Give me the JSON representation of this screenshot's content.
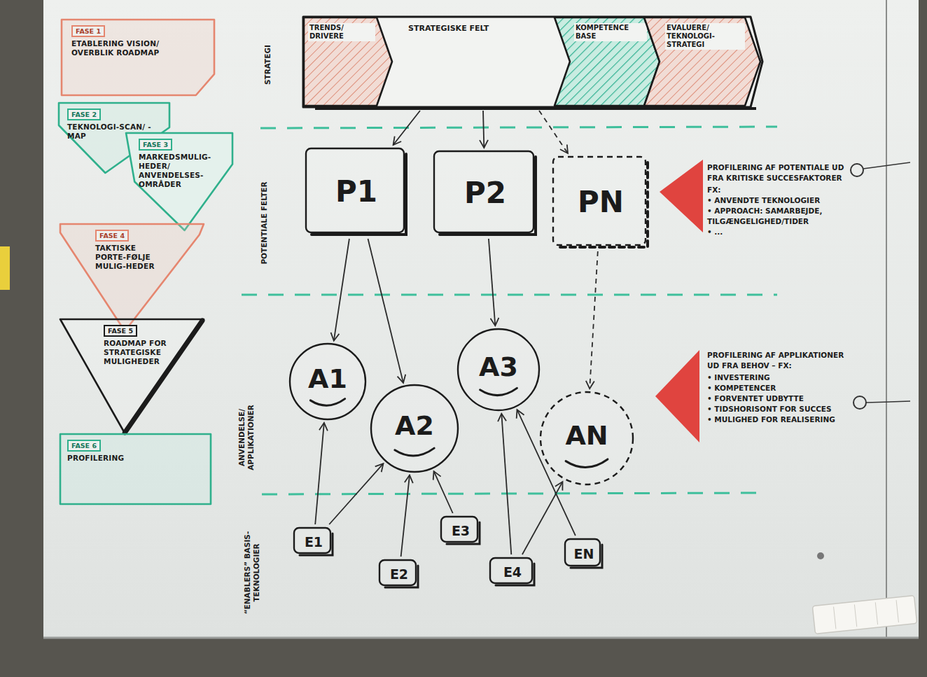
{
  "diagram": {
    "nodes": [
      {
        "text": [
          "FASE 1",
          "ETABLERING VISION/ OVERBLIK ROADMAP"
        ]
      },
      {
        "text": [
          "FASE 2",
          "TEKNOLOGI-SCAN/ -MAP"
        ]
      },
      {
        "text": [
          "FASE 3",
          "MARKEDSMULIG-HEDER/ ANVENDELSES-OMRÅDER"
        ]
      },
      {
        "text": [
          "FASE 4",
          "TAKTISKE PORTE-FØLJE MULIG-HEDER"
        ]
      },
      {
        "text": [
          "FASE 5",
          "ROADMAP FOR STRATEGISKE MULIGHEDER"
        ]
      },
      {
        "text": [
          "FASE 6",
          "PROFILERING"
        ]
      },
      {
        "text": [
          "STRATEGISKE FELT"
        ]
      },
      {
        "text": [
          "TRENDS/ DRIVERE"
        ],
        "in": 6
      },
      {
        "text": [
          "KOMPETENCE BASE"
        ],
        "in": 6
      },
      {
        "text": [
          "EVALUERE/ TEKNOLOGI-STRATEGI"
        ],
        "in": 6
      },
      {
        "text": [
          "P1"
        ]
      },
      {
        "text": [
          "P2"
        ]
      },
      {
        "text": [
          "PN"
        ]
      },
      {
        "text": [
          "A1"
        ]
      },
      {
        "text": [
          "A2"
        ]
      },
      {
        "text": [
          "A3"
        ]
      },
      {
        "text": [
          "AN"
        ]
      },
      {
        "text": [
          "E1"
        ]
      },
      {
        "text": [
          "E2"
        ]
      },
      {
        "text": [
          "E3"
        ]
      },
      {
        "text": [
          "E4"
        ]
      },
      {
        "text": [
          "EN"
        ]
      }
    ],
    "edges": [
      {
        "from": 6,
        "to": 10,
        "arrow": "to"
      },
      {
        "from": 6,
        "to": 11,
        "arrow": "to"
      },
      {
        "from": 6,
        "to": 12,
        "arrow": "to"
      },
      {
        "from": 10,
        "to": 13,
        "arrow": "to"
      },
      {
        "from": 10,
        "to": 14,
        "arrow": "to"
      },
      {
        "from": 11,
        "to": 15,
        "arrow": "to"
      },
      {
        "from": 12,
        "to": 16,
        "arrow": "to"
      },
      {
        "from": 17,
        "to": 13,
        "arrow": "to"
      },
      {
        "from": 17,
        "to": 14,
        "arrow": "to"
      },
      {
        "from": 18,
        "to": 14,
        "arrow": "to"
      },
      {
        "from": 19,
        "to": 14,
        "arrow": "to"
      },
      {
        "from": 20,
        "to": 15,
        "arrow": "to"
      },
      {
        "from": 20,
        "to": 16,
        "arrow": "to"
      },
      {
        "from": 21,
        "to": 15,
        "arrow": "to"
      }
    ],
    "labels": [
      "STRATEGI",
      "POTENTIALE FELTER",
      "ANVENDELSE/ APPLIKATIONER",
      "“ENABLERS” BASIS-TEKNOLOGIER",
      "PROFILERING AF POTENTIALE UD FRA KRITISKE SUCCESFAKTORER",
      "FX:",
      "• ANVENDTE TEKNOLOGIER",
      "• APPROACH: SAMARBEJDE, TILGÆNGELIGHED/TIDER",
      "• ...",
      "PROFILERING AF APPLIKATIONER UD FRA BEHOV – FX:",
      "• INVESTERING",
      "• KOMPETENCER",
      "• FORVENTET UDBYTTE",
      "• TIDSHORISONT FOR SUCCES",
      "• MULIGHED FOR REALISERING"
    ]
  }
}
